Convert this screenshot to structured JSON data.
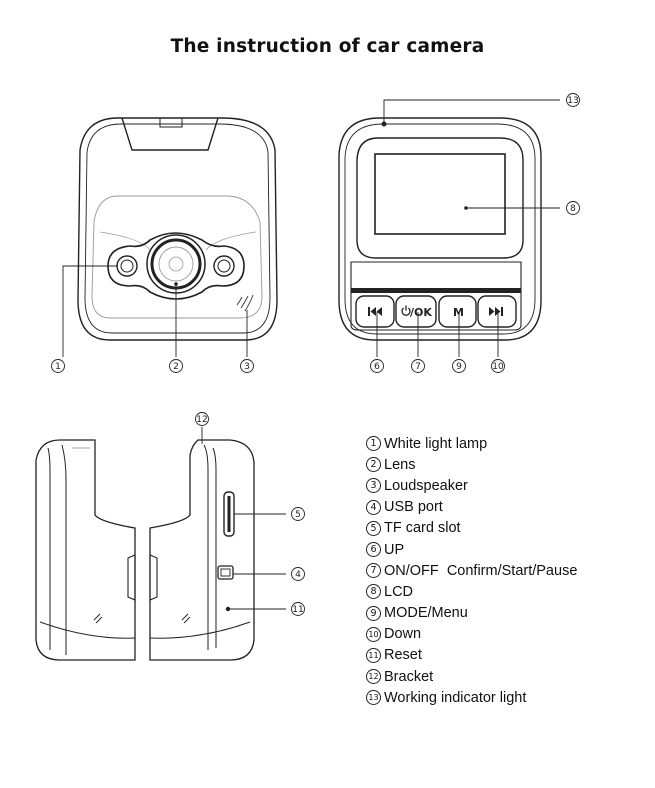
{
  "title": "The instruction of car camera",
  "callouts": {
    "c1": "1",
    "c2": "2",
    "c3": "3",
    "c4": "4",
    "c5": "5",
    "c6": "6",
    "c7": "7",
    "c8": "8",
    "c9": "9",
    "c10": "10",
    "c11": "11",
    "c12": "12",
    "c13": "13"
  },
  "buttons": {
    "up_icon": "skip-back-icon",
    "ok_label": "/OK",
    "ok_icon": "power-icon",
    "mode_label": "M",
    "down_icon": "skip-forward-icon"
  },
  "legend": [
    {
      "num": "1",
      "label": "White light lamp"
    },
    {
      "num": "2",
      "label": "Lens"
    },
    {
      "num": "3",
      "label": "Loudspeaker"
    },
    {
      "num": "4",
      "label": "USB port"
    },
    {
      "num": "5",
      "label": "TF card slot"
    },
    {
      "num": "6",
      "label": "UP"
    },
    {
      "num": "7",
      "label": "ON/OFF  Confirm/Start/Pause"
    },
    {
      "num": "8",
      "label": "LCD"
    },
    {
      "num": "9",
      "label": "MODE/Menu"
    },
    {
      "num": "10",
      "label": "Down"
    },
    {
      "num": "11",
      "label": "Reset"
    },
    {
      "num": "12",
      "label": "Bracket"
    },
    {
      "num": "13",
      "label": "Working indicator light"
    }
  ],
  "colors": {
    "line": "#222222",
    "light_line": "#8a8a8a",
    "background": "#ffffff"
  }
}
